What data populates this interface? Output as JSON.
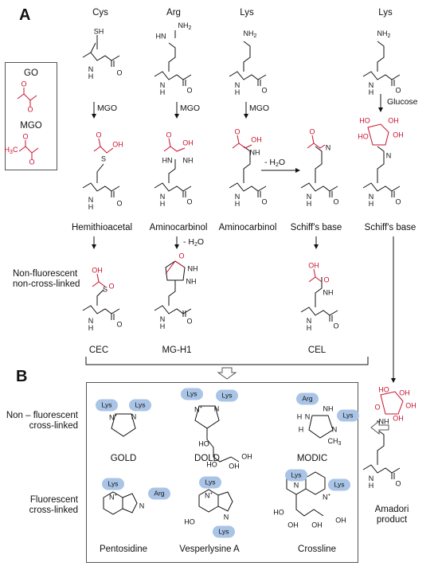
{
  "panels": {
    "a": "A",
    "b": "B"
  },
  "columns": {
    "col1": "Cys",
    "col2": "Arg",
    "col3": "Lys",
    "col4": "Lys"
  },
  "legend": {
    "go": "GO",
    "mgo": "MGO"
  },
  "reagents": {
    "mgo": "MGO",
    "glucose": "Glucose",
    "water": "- H",
    "water_sub": "2",
    "water_o": "O"
  },
  "intermediates": {
    "hemithioacetal": "Hemithioacetal",
    "aminocarbinol_1": "Aminocarbinol",
    "aminocarbinol_2": "Aminocarbinol",
    "schiff_1": "Schiff's base",
    "schiff_2": "Schiff's base"
  },
  "row_labels": {
    "nf_ncl_1": "Non-fluorescent",
    "nf_ncl_2": "non-cross-linked",
    "nf_cl_1": "Non – fluorescent",
    "nf_cl_2": "cross-linked",
    "f_cl_1": "Fluorescent",
    "f_cl_2": "cross-linked"
  },
  "products": {
    "cec": "CEC",
    "mgh1": "MG-H1",
    "cel": "CEL",
    "gold": "GOLD",
    "dold": "DOLD",
    "modic": "MODIC",
    "pentosidine": "Pentosidine",
    "vesperlysine": "Vesperlysine A",
    "crossline": "Crossline",
    "amadori_1": "Amadori",
    "amadori_2": "product"
  },
  "atoms": {
    "N": "N",
    "H": "H",
    "O": "O",
    "OH": "OH",
    "HO": "HO",
    "SH": "SH",
    "S": "S",
    "NH": "NH",
    "NH2": "NH",
    "two": "2",
    "HN": "HN",
    "H3C": "H",
    "three": "3",
    "C": "C",
    "CH3": "CH",
    "Nplus": "N",
    "plus": "+"
  },
  "pills": {
    "lys": "Lys",
    "arg": "Arg"
  },
  "colors": {
    "red": "#c8102e",
    "pill": "#a9c4e6",
    "frame": "#555555"
  }
}
